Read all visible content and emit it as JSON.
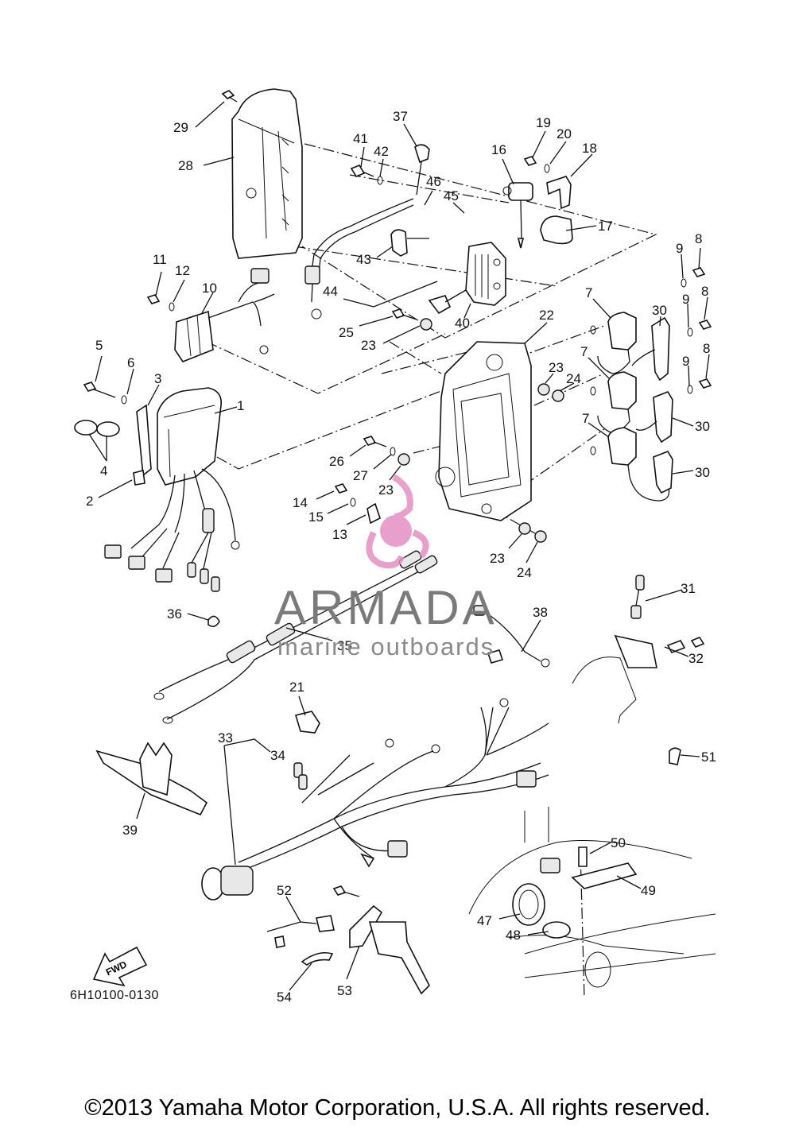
{
  "diagram_code": "6H10100-0130",
  "copyright": "©2013 Yamaha Motor Corporation, U.S.A. All rights reserved.",
  "fwd_label": "FWD",
  "watermark": {
    "brand": "ARMADA",
    "subtitle": "marine outboards",
    "logo_color": "#e58fc2",
    "text_color": "#7a7a7a"
  },
  "callouts": [
    "29",
    "28",
    "37",
    "41",
    "42",
    "19",
    "20",
    "18",
    "16",
    "46",
    "45",
    "17",
    "43",
    "11",
    "12",
    "10",
    "44",
    "40",
    "25",
    "23",
    "9",
    "8",
    "9",
    "8",
    "9",
    "8",
    "22",
    "7",
    "30",
    "7",
    "30",
    "7",
    "30",
    "5",
    "6",
    "3",
    "1",
    "4",
    "23",
    "24",
    "26",
    "27",
    "23",
    "14",
    "15",
    "13",
    "2",
    "23",
    "24",
    "31",
    "36",
    "35",
    "38",
    "32",
    "21",
    "33",
    "34",
    "51",
    "39",
    "50",
    "49",
    "47",
    "48",
    "52",
    "53",
    "54"
  ]
}
